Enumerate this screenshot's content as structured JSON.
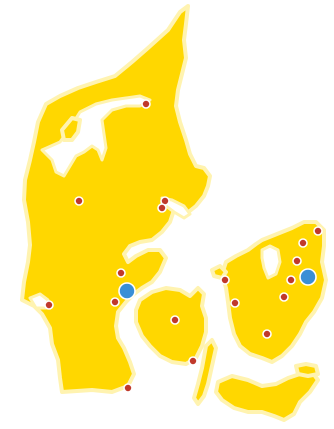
{
  "map": {
    "colors": {
      "land": "#FFD700",
      "border": "#FFF3B0",
      "small_marker_fill": "#C0392B",
      "large_marker_fill": "#3A8FD6",
      "marker_stroke": "#ffffff"
    },
    "markers": [
      {
        "id": "north-jutland",
        "kind": "small"
      },
      {
        "id": "west-jutland",
        "kind": "small"
      },
      {
        "id": "east-jutland-a",
        "kind": "small"
      },
      {
        "id": "east-jutland-b",
        "kind": "small"
      },
      {
        "id": "south-jutland-west",
        "kind": "small"
      },
      {
        "id": "south-jutland-east-a",
        "kind": "small"
      },
      {
        "id": "south-jutland-east-b",
        "kind": "small"
      },
      {
        "id": "south-jutland-major",
        "kind": "large"
      },
      {
        "id": "south-jutland-coast",
        "kind": "small"
      },
      {
        "id": "funen-center",
        "kind": "small"
      },
      {
        "id": "funen-south",
        "kind": "small"
      },
      {
        "id": "zealand-west",
        "kind": "small"
      },
      {
        "id": "zealand-southwest",
        "kind": "small"
      },
      {
        "id": "zealand-north-a",
        "kind": "small"
      },
      {
        "id": "zealand-north-b",
        "kind": "small"
      },
      {
        "id": "zealand-north-c",
        "kind": "small"
      },
      {
        "id": "zealand-center",
        "kind": "small"
      },
      {
        "id": "zealand-east",
        "kind": "small"
      },
      {
        "id": "zealand-south",
        "kind": "small"
      },
      {
        "id": "zealand-capital",
        "kind": "large"
      }
    ]
  }
}
